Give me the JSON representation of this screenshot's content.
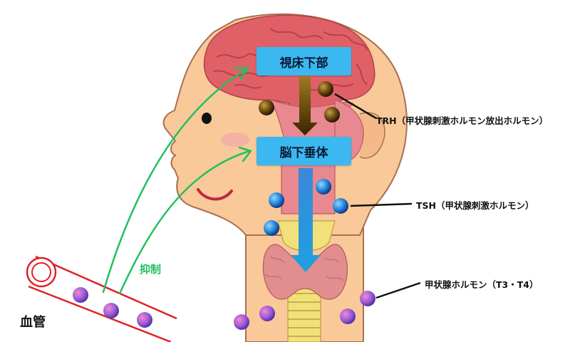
{
  "labels": {
    "hypothalamus": "視床下部",
    "pituitary": "脳下垂体",
    "trh": "TRH（甲状腺刺激ホルモン放出ホルモン）",
    "tsh": "TSH（甲状腺刺激ホルモン）",
    "thyroid_hormone": "甲状腺ホルモン（T3・T4）",
    "inhibition": "抑制",
    "blood_vessel": "血管"
  },
  "colors": {
    "skin": "#f9c999",
    "brain": "#e06068",
    "box": "#3bb8f0",
    "feedback_arrow": "#22c060",
    "trh_arrow": "#6b4a10",
    "tsh_arrow": "#3a8fd8",
    "vessel": "#e0202a",
    "thyroid": "#e28e8e",
    "trachea": "#f2e07a",
    "inhibition_text": "#22c060"
  }
}
